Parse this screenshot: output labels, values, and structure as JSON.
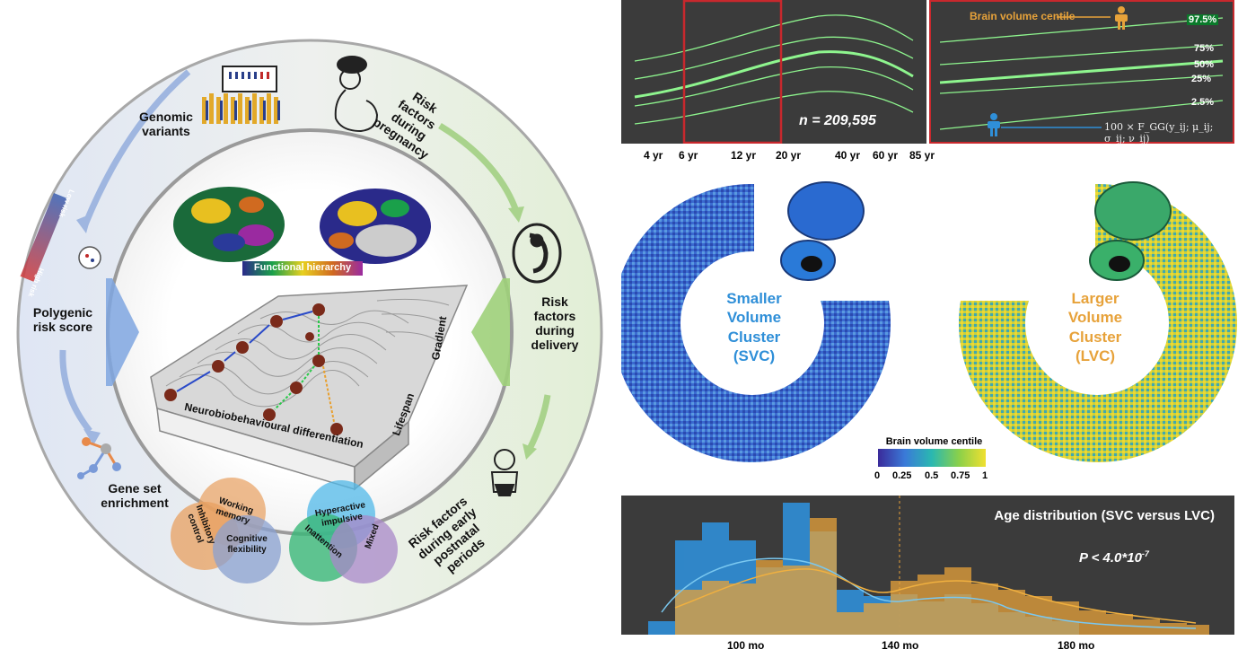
{
  "left": {
    "genomic": "Genomic variants",
    "prs": "Polygenic risk score",
    "gene_set": "Gene set enrichment",
    "preg": "Risk factors during pregnancy",
    "delivery": "Risk factors during delivery",
    "postnatal": "Risk factors during early postnatal periods",
    "functional": "Functional hierarchy",
    "neuro": "Neurobiobehavioural differentiation",
    "gradient": "Gradient",
    "lifespan": "Lifespan",
    "low_risk": "Low risk",
    "high_risk": "High risk",
    "venn_left": [
      "Working memory",
      "Inhibitory control",
      "Cognitive flexibility"
    ],
    "venn_right": [
      "Hyperactive impulsive",
      "Inattention",
      "Mixed"
    ]
  },
  "top_left": {
    "n_label": "n = 209,595",
    "ticks": [
      "4 yr",
      "6 yr",
      "12 yr",
      "20 yr",
      "40 yr",
      "60 yr",
      "85 yr"
    ]
  },
  "top_right": {
    "centile_title": "Brain volume centile",
    "centiles": [
      "97.5%",
      "75%",
      "50%",
      "25%",
      "2.5%"
    ],
    "formula": "100 × F_GG(y_ij; μ_ij; σ_ij; ν_ij)"
  },
  "clusters": {
    "svc": [
      "Smaller",
      "Volume",
      "Cluster",
      "(SVC)"
    ],
    "lvc": [
      "Larger",
      "Volume",
      "Cluster",
      "(LVC)"
    ],
    "colorbar_title": "Brain volume centile",
    "colorbar_ticks": [
      "0",
      "0.25",
      "0.5",
      "0.75",
      "1"
    ]
  },
  "bottom": {
    "title": "Age distribution (SVC versus LVC)",
    "pvalue": "P < 4.0*10",
    "pexp": "-7",
    "ticks": [
      "100 mo",
      "140 mo",
      "180 mo"
    ]
  },
  "colors": {
    "svc_blue": "#2f8fd8",
    "lvc_orange": "#e7a23a",
    "curve_green": "#8ef58e",
    "panel_dark": "#3b3b3b",
    "frame_red": "#c8282d"
  }
}
